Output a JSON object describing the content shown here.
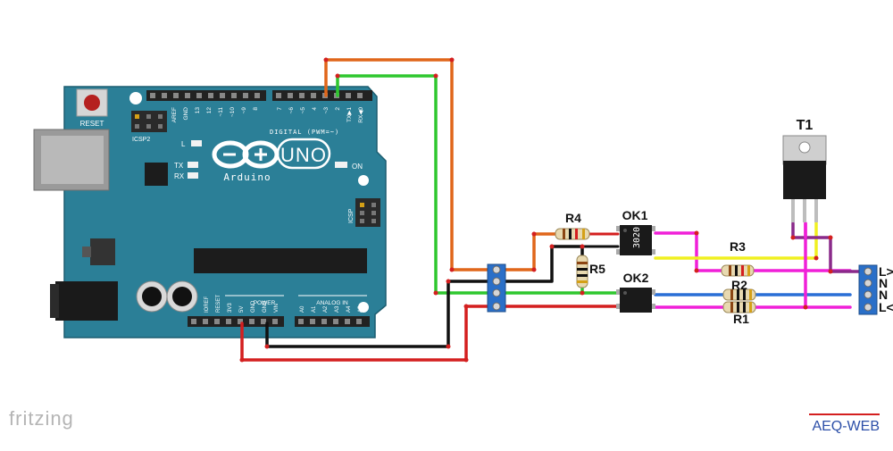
{
  "board": {
    "reset": "RESET",
    "icsp2": "ICSP2",
    "icsp": "ICSP",
    "aref": "AREF",
    "gnd": "GND",
    "digital_pins": [
      "13",
      "12",
      "~11",
      "~10",
      "~9",
      "8",
      "7",
      "~6",
      "~5",
      "4",
      "~3",
      "2",
      "TX▶1",
      "RX◀0"
    ],
    "digital_label": "DIGITAL (PWM=~)",
    "led_l": "L",
    "led_tx": "TX",
    "led_rx": "RX",
    "on": "ON",
    "uno": "UNO",
    "brand": "Arduino",
    "power_pins": [
      "IOREF",
      "RESET",
      "3V3",
      "5V",
      "GND",
      "GND",
      "VIN"
    ],
    "power_label": "POWER",
    "analog_pins": [
      "A0",
      "A1",
      "A2",
      "A3",
      "A4",
      "A5"
    ],
    "analog_label": "ANALOG IN"
  },
  "components": {
    "r4": "R4",
    "r5": "R5",
    "ok1": "OK1",
    "ok1_chip": "3020",
    "ok2": "OK2",
    "r3": "R3",
    "r2": "R2",
    "r1": "R1",
    "t1": "T1"
  },
  "terminal": {
    "labels": [
      "L>",
      "N",
      "N",
      "L<"
    ]
  },
  "footer": {
    "fritzing": "fritzing",
    "brand": "AEQ-WEB"
  },
  "colors": {
    "board": "#2b7f97",
    "orange": "#e0661a",
    "green": "#2ec72e",
    "red": "#d41f1f",
    "black": "#111111",
    "yellow": "#f0f020",
    "magenta": "#f020d8",
    "blue": "#2a6fd6",
    "purple": "#8a2a8a"
  }
}
